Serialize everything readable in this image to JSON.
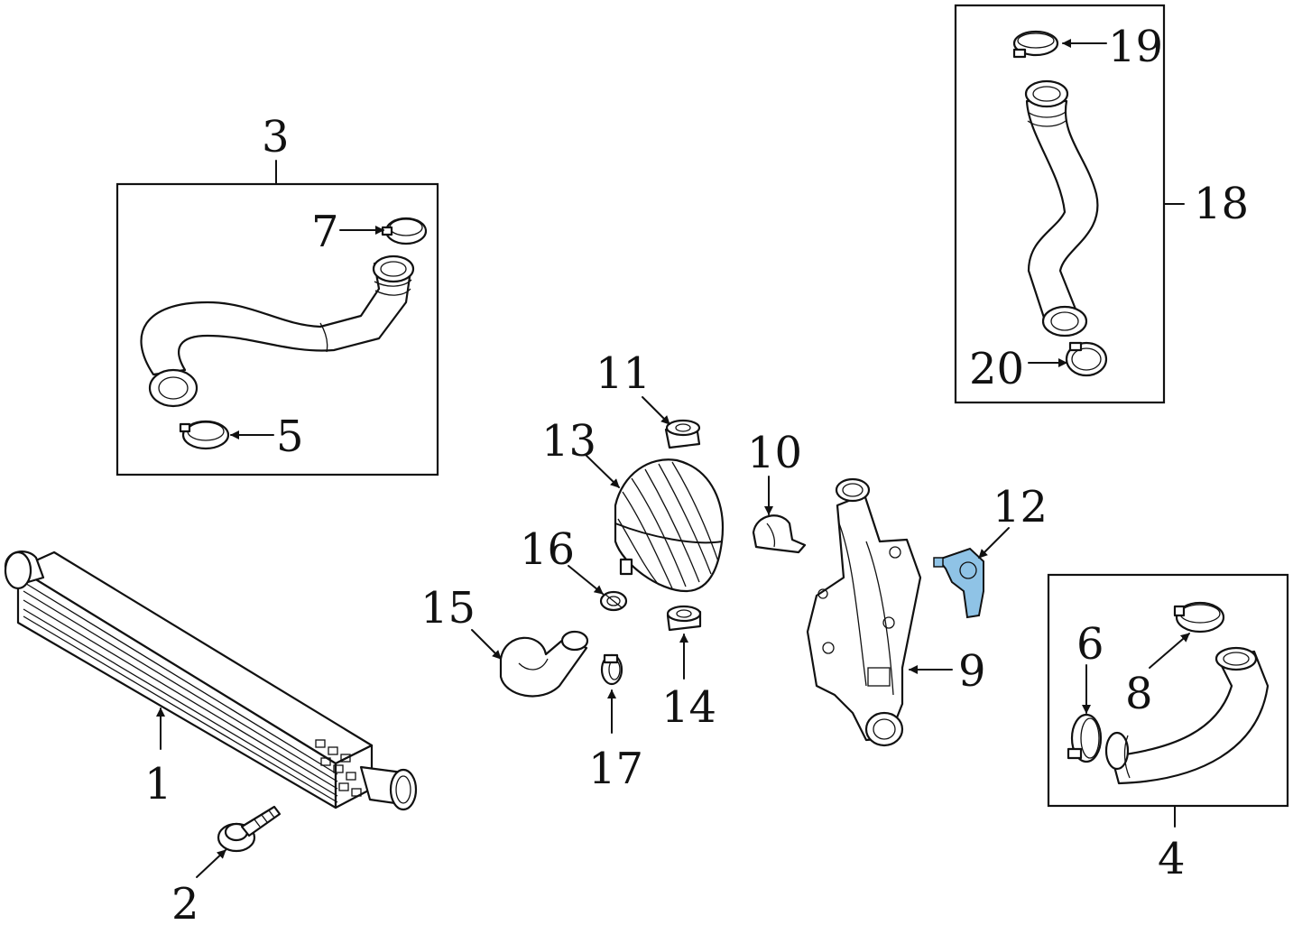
{
  "diagram": {
    "highlight_color": "#8fc3e6",
    "line_color": "#111111",
    "callouts": {
      "c1": "1",
      "c2": "2",
      "c3": "3",
      "c4": "4",
      "c5": "5",
      "c6": "6",
      "c7": "7",
      "c8": "8",
      "c9": "9",
      "c10": "10",
      "c11": "11",
      "c12": "12",
      "c13": "13",
      "c14": "14",
      "c15": "15",
      "c16": "16",
      "c17": "17",
      "c18": "18",
      "c19": "19",
      "c20": "20"
    }
  }
}
